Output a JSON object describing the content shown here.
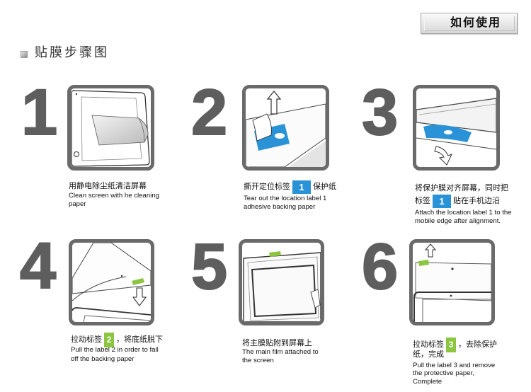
{
  "header": {
    "how_to_use": "如何使用",
    "title": "贴膜步骤图"
  },
  "colors": {
    "number": "#5e5e5e",
    "frame": "#6a6a6a",
    "label_blue": "#2a93d8",
    "label_green": "#8cc640"
  },
  "steps": [
    {
      "number": "1",
      "cn": [
        {
          "text": "用静电除尘纸清洁屏幕"
        }
      ],
      "en": [
        "Clean screen with he cleaning",
        "paper"
      ]
    },
    {
      "number": "2",
      "cn": [
        {
          "before": "撕开定位标签",
          "label": "1",
          "after": "保护纸"
        }
      ],
      "label_color": "#2a93d8",
      "en": [
        "Tear out the location label 1",
        "adhesive backing paper"
      ]
    },
    {
      "number": "3",
      "cn": [
        {
          "text": "将保护膜对齐屏幕，同时把"
        },
        {
          "before": "标签",
          "label": "1",
          "after": "贴在手机边沿"
        }
      ],
      "label_color": "#2a93d8",
      "en": [
        "Attach the location label 1 to the",
        "mobile edge after alignment."
      ]
    },
    {
      "number": "4",
      "cn": [
        {
          "before": "拉动标签",
          "label": "2",
          "after": "，将底纸脱下"
        }
      ],
      "label_color": "#8cc640",
      "en": [
        "Pull the label 2 in order to fall",
        "off the backing paper"
      ]
    },
    {
      "number": "5",
      "cn": [
        {
          "text": "将主膜贴附到屏幕上"
        }
      ],
      "en": [
        "The main film attached to",
        "the screen"
      ]
    },
    {
      "number": "6",
      "cn": [
        {
          "before": "拉动标签",
          "label": "3",
          "after": "，去除保护"
        },
        {
          "text": "纸，完成"
        }
      ],
      "label_color": "#8cc640",
      "en": [
        "Pull the label 3 and remove",
        "the protective paper,",
        "Complete"
      ]
    }
  ]
}
